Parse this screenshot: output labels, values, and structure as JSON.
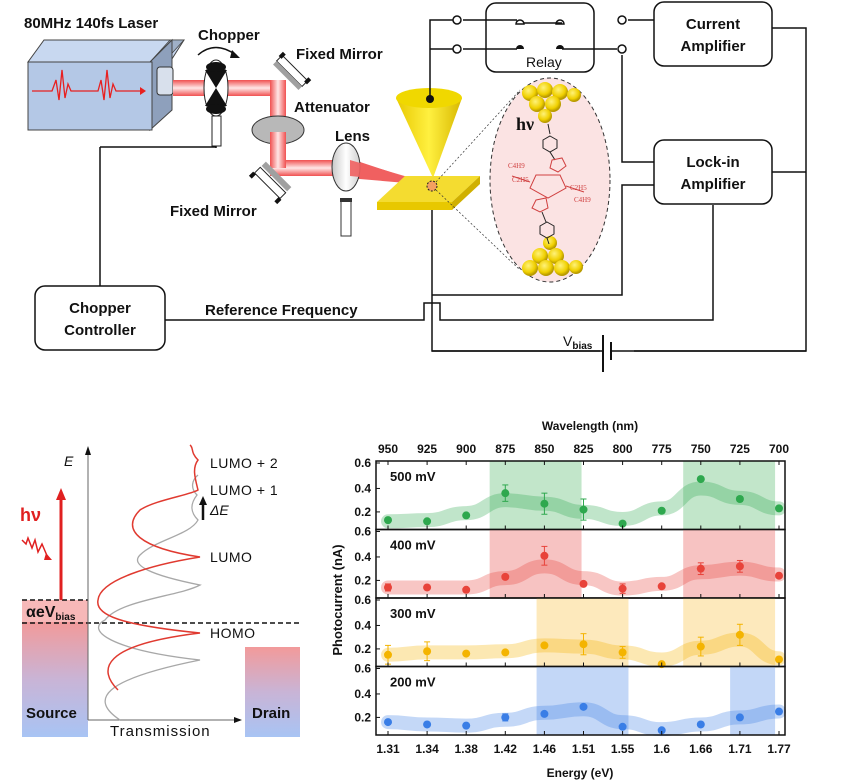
{
  "setup": {
    "laser_label": "80MHz 140fs Laser",
    "chopper_label": "Chopper",
    "fixed_mirror_top_label": "Fixed Mirror",
    "attenuator_label": "Attenuator",
    "lens_label": "Lens",
    "fixed_mirror_bottom_label": "Fixed Mirror",
    "relay_label": "Relay",
    "current_amplifier_line1": "Current",
    "current_amplifier_line2": "Amplifier",
    "lockin_amplifier_line1": "Lock-in",
    "lockin_amplifier_line2": "Amplifier",
    "chopper_controller_line1": "Chopper",
    "chopper_controller_line2": "Controller",
    "reference_frequency_label": "Reference Frequency",
    "vbias_label": "V",
    "vbias_sub": "bias",
    "hv_label": "hν",
    "molecule_groups": [
      "C4H9",
      "C2H5",
      "C2H5",
      "C4H9"
    ],
    "colors": {
      "beam": "#f05050",
      "gold": "#f0d000",
      "laser_box": "#b4c8e6",
      "molecule": "#d04040",
      "inset_bg": "#fbe3e3"
    }
  },
  "energy_diagram": {
    "e_axis_label": "E",
    "x_axis_label": "Transmission",
    "hv_label": "hν",
    "alpha_label": "αeV",
    "alpha_sub": "bias",
    "source_label": "Source",
    "drain_label": "Drain",
    "levels": [
      "LUMO + 2",
      "LUMO + 1",
      "LUMO",
      "HOMO"
    ],
    "delta_e_label": "ΔE",
    "colors": {
      "red_curve": "#e03a30",
      "gray_curve": "#a8a8a8",
      "electrode_top": "#f29a9a",
      "electrode_bottom": "#a8c4f4"
    }
  },
  "chart_data": {
    "type": "scatter",
    "title": "",
    "xlabel": "Energy (eV)",
    "top_xlabel": "Wavelength (nm)",
    "ylabel": "Photocurrent (nA)",
    "x_ticks": [
      "1.31",
      "1.34",
      "1.38",
      "1.42",
      "1.46",
      "1.51",
      "1.55",
      "1.6",
      "1.66",
      "1.71",
      "1.77"
    ],
    "top_x_ticks": [
      "950",
      "925",
      "900",
      "875",
      "850",
      "825",
      "800",
      "775",
      "750",
      "725",
      "700"
    ],
    "y_ticks": [
      "0.6",
      "0.4",
      "0.2"
    ],
    "ylim": [
      0.05,
      0.6
    ],
    "panels": [
      {
        "name": "500 mV",
        "color": "#2ea84e",
        "band_color": "#a8dcb4",
        "values": [
          0.13,
          0.12,
          0.17,
          0.36,
          0.27,
          0.22,
          0.1,
          0.21,
          0.48,
          0.31,
          0.23
        ],
        "errors": [
          0.0,
          0.0,
          0.0,
          0.07,
          0.09,
          0.09,
          0.0,
          0.0,
          0.0,
          0.02,
          0.0
        ],
        "highlight_ranges": [
          [
            2.6,
            4.95
          ],
          [
            7.55,
            9.9
          ]
        ],
        "trend": [
          0.12,
          0.13,
          0.19,
          0.3,
          0.27,
          0.2,
          0.14,
          0.23,
          0.4,
          0.32,
          0.23
        ]
      },
      {
        "name": "400 mV",
        "color": "#e8433a",
        "band_color": "#f4aaa8",
        "values": [
          0.14,
          0.14,
          0.12,
          0.23,
          0.41,
          0.17,
          0.13,
          0.15,
          0.3,
          0.32,
          0.24
        ],
        "errors": [
          0.03,
          0.0,
          0.0,
          0.0,
          0.08,
          0.0,
          0.04,
          0.0,
          0.05,
          0.05,
          0.0
        ],
        "highlight_ranges": [
          [
            2.6,
            4.95
          ],
          [
            7.55,
            9.9
          ]
        ],
        "trend": [
          0.14,
          0.14,
          0.14,
          0.22,
          0.32,
          0.22,
          0.13,
          0.17,
          0.27,
          0.3,
          0.25
        ]
      },
      {
        "name": "300 mV",
        "color": "#f4b400",
        "band_color": "#fce0a0",
        "values": [
          0.15,
          0.18,
          0.16,
          0.17,
          0.23,
          0.24,
          0.17,
          0.07,
          0.22,
          0.32,
          0.11
        ],
        "errors": [
          0.08,
          0.08,
          0.0,
          0.0,
          0.0,
          0.09,
          0.05,
          0.0,
          0.08,
          0.09,
          0.0
        ],
        "highlight_ranges": [
          [
            3.8,
            6.15
          ],
          [
            7.55,
            9.9
          ]
        ],
        "trend": [
          0.15,
          0.17,
          0.17,
          0.18,
          0.23,
          0.22,
          0.17,
          0.11,
          0.21,
          0.28,
          0.12
        ]
      },
      {
        "name": "200 mV",
        "color": "#3a7ee6",
        "band_color": "#a9c6f4",
        "values": [
          0.16,
          0.14,
          0.13,
          0.2,
          0.23,
          0.29,
          0.12,
          0.09,
          0.14,
          0.2,
          0.25
        ],
        "errors": [
          0.0,
          0.0,
          0.0,
          0.03,
          0.0,
          0.0,
          0.0,
          0.0,
          0.0,
          0.0,
          0.0
        ],
        "highlight_ranges": [
          [
            3.8,
            6.15
          ],
          [
            8.75,
            9.9
          ]
        ],
        "trend": [
          0.16,
          0.14,
          0.13,
          0.18,
          0.24,
          0.27,
          0.16,
          0.1,
          0.14,
          0.2,
          0.25
        ]
      }
    ]
  }
}
